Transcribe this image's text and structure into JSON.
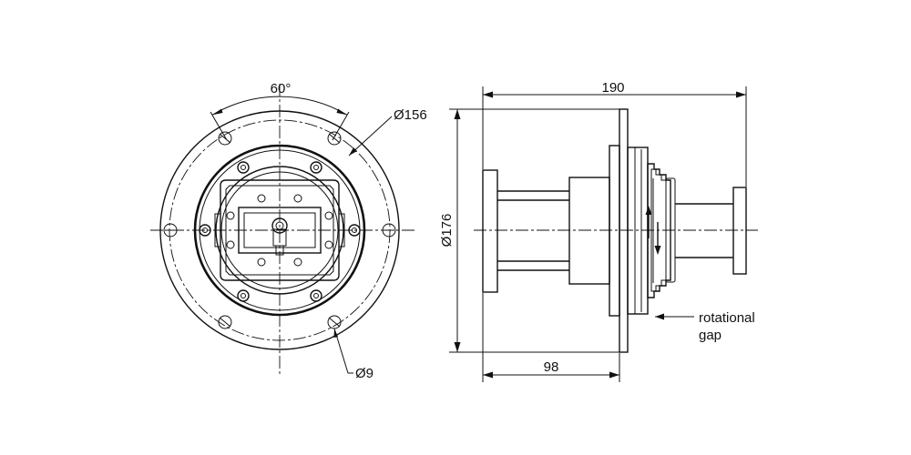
{
  "front_view": {
    "angle_label": "60°",
    "bolt_circle_label": "Ø156",
    "hole_label": "Ø9"
  },
  "side_view": {
    "length_label": "190",
    "diameter_label": "Ø176",
    "depth_label": "98",
    "gap_label_line1": "rotational",
    "gap_label_line2": "gap"
  },
  "colors": {
    "line": "#111111",
    "background": "#ffffff"
  }
}
